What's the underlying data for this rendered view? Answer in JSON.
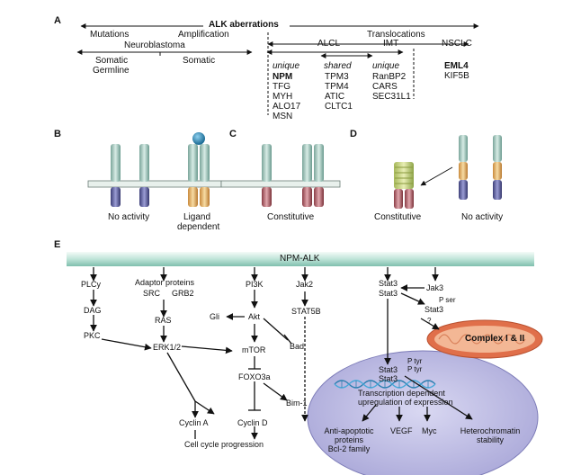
{
  "panelA": {
    "letter": "A",
    "title": "ALK aberrations",
    "mutations": "Mutations",
    "amplification": "Amplification",
    "translocations": "Translocations",
    "neuroblastoma": "Neuroblastoma",
    "somatic_germline_1": "Somatic",
    "somatic_germline_2": "Germline",
    "somatic": "Somatic",
    "alcl": "ALCL",
    "imt": "IMT",
    "nsclc": "NSCLC",
    "unique1": "unique",
    "shared": "shared",
    "unique2": "unique",
    "col_unique1": [
      "NPM",
      "TFG",
      "MYH",
      "ALO17",
      "MSN"
    ],
    "col_shared": [
      "TPM3",
      "TPM4",
      "ATIC",
      "CLTC1"
    ],
    "col_unique2": [
      "RanBP2",
      "CARS",
      "SEC31L1"
    ],
    "col_nsclc": [
      "EML4",
      "KIF5B"
    ]
  },
  "panelB": {
    "letter": "B",
    "no_activity": "No activity",
    "ligand_1": "Ligand",
    "ligand_2": "dependent"
  },
  "panelC": {
    "letter": "C",
    "constitutive": "Constitutive"
  },
  "panelD": {
    "letter": "D",
    "constitutive": "Constitutive",
    "no_activity": "No activity"
  },
  "panelE": {
    "letter": "E",
    "banner": "NPM-ALK",
    "plcy": "PLCy",
    "dag": "DAG",
    "pkc": "PKC",
    "adaptor": "Adaptor proteins",
    "src": "SRC",
    "grb2": "GRB2",
    "ras": "RAS",
    "erk": "ERK1/2",
    "pi3k": "PI3K",
    "gli": "Gli",
    "akt": "Akt",
    "bad": "Bad",
    "mtor": "mTOR",
    "foxo3a": "FOXO3a",
    "bim": "Bim-1",
    "cyclinA": "Cyclin A",
    "cyclinD": "Cyclin D",
    "cellcycle": "Cell cycle progression",
    "jak2": "Jak2",
    "stat5b": "STAT5B",
    "stat3a": "Stat3",
    "stat3b": "Stat3",
    "jak3": "Jak3",
    "pser": "P ser",
    "stat3c": "Stat3",
    "q": "?",
    "complex": "Complex I & II",
    "ptyr1": "P tyr",
    "ptyr2": "P tyr",
    "stat3d": "Stat3",
    "stat3e": "Stat3",
    "transcription1": "Transcription dependent",
    "transcription2": "upregulation of expression",
    "antiapop1": "Anti-apoptotic",
    "antiapop2": "proteins",
    "antiapop3": "Bcl-2 family",
    "vegf": "VEGF",
    "myc": "Myc",
    "hetero1": "Heterochromatin",
    "hetero2": "stability"
  },
  "colors": {
    "banner_light": "#e6f6f1",
    "banner_dark": "#8cc8b8",
    "nucleus": "#c7c6e8",
    "nucleus_edge": "#7d7cb8",
    "mito_outer": "#e57a54",
    "mito_inner": "#f3b795",
    "ligand": "#2a7fa8"
  }
}
